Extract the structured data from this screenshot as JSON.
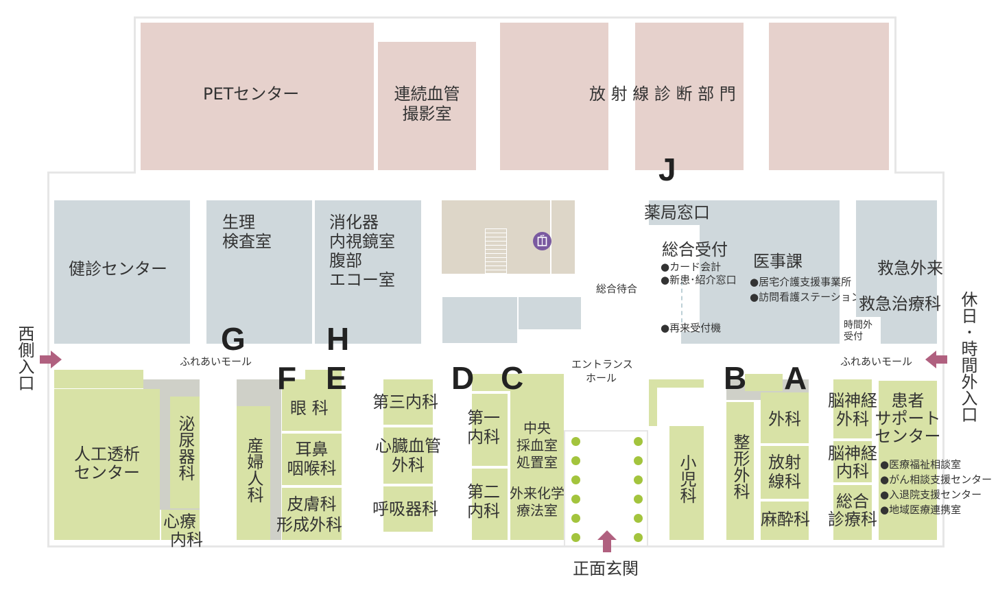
{
  "rooms": {
    "pet": "PETセンター",
    "angio_1": "連続血管",
    "angio_2": "撮影室",
    "radiology": "放 射 線 診 断 部 門",
    "kenshin": "健診センター",
    "seiri_1": "生理",
    "seiri_2": "検査室",
    "endo_1": "消化器",
    "endo_2": "内視鏡室",
    "endo_3": "腹部",
    "endo_4": "エコー室",
    "pharmacy": "薬局窓口",
    "sogo_uketsuke": "総合受付",
    "card_kaikei": "●カード会計",
    "shinkan": "●新患･紹介窓口",
    "saikai": "●再来受付機",
    "ijika": "医事課",
    "kyotaku": "●居宅介護支援事業所",
    "houmon": "●訪問看護ステーション",
    "sogo_machiai": "総合待合",
    "kyukyu_gairai": "救急外来",
    "kyukyu_chiryo": "救急治療科",
    "jikangai_1": "時間外",
    "jikangai_2": "受付",
    "fureai_left": "ふれあいモール",
    "fureai_right": "ふれあいモール",
    "entrance_1": "エントランス",
    "entrance_2": "ホール",
    "jinko_1": "人工透析",
    "jinko_2": "センター",
    "hinyoki": "泌尿器科",
    "shinryo_1": "心療",
    "shinryo_2": "内科",
    "sanfujin": "産婦人科",
    "ganka": "眼 科",
    "jibi_1": "耳鼻",
    "jibi_2": "咽喉科",
    "hifu_1": "皮膚科",
    "hifu_2": "形成外科",
    "daisan": "第三内科",
    "shinzo_1": "心臓血管",
    "shinzo_2": "外科",
    "kokyuki": "呼吸器科",
    "daiichi_1": "第一",
    "daiichi_2": "内科",
    "daini_1": "第二",
    "daini_2": "内科",
    "chuo_1": "中央",
    "chuo_2": "採血室",
    "chuo_3": "処置室",
    "gairai_1": "外来化学",
    "gairai_2": "療法室",
    "shoni": "小児科",
    "seikei": "整形外科",
    "geka": "外科",
    "hoshasen_1": "放射",
    "hoshasen_2": "線科",
    "masui": "麻酔科",
    "noushin_geka_1": "脳神経",
    "noushin_geka_2": "外科",
    "noushin_naika_1": "脳神経",
    "noushin_naika_2": "内科",
    "sogo_shinryo_1": "総合",
    "sogo_shinryo_2": "診療科",
    "kanja_1": "患者",
    "kanja_2": "サポート",
    "kanja_3": "センター",
    "iryo_fukushi": "●医療福祉相談室",
    "gan_sodan": "●がん相談支援センター",
    "nyutaiin": "●入退院支援センター",
    "chiiki": "●地域医療連携室"
  },
  "entrances": {
    "west": "西側入口",
    "kyujitsu": "休日･時間外入口",
    "front": "正面玄関"
  },
  "letters": {
    "A": "A",
    "B": "B",
    "C": "C",
    "D": "D",
    "E": "E",
    "F": "F",
    "G": "G",
    "H": "H",
    "J": "J"
  },
  "icons": [
    "elevator-icon",
    "stairs-icon",
    "entrance-arrow-icon"
  ],
  "colors": {
    "radiology_area": "#e6d1cc",
    "clinic_area": "#d8e2a6",
    "admin_area": "#cfd8dc",
    "core_area": "#ddd6c8",
    "arrow": "#b0607f",
    "elevator": "#7a5aa0"
  }
}
